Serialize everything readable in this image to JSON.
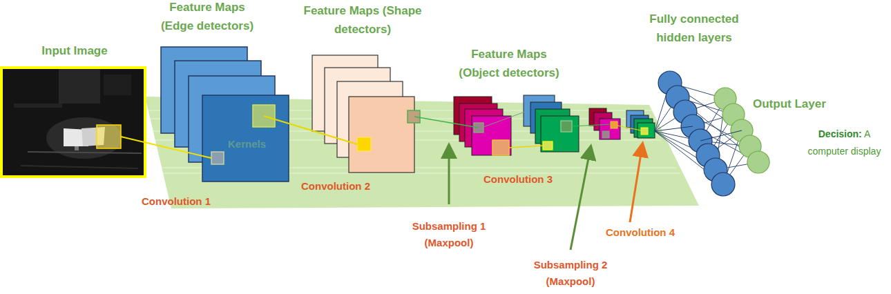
{
  "diagram": {
    "nodes": [
      {
        "text": [
          "Input Image"
        ]
      },
      {
        "text": [
          "Feature Maps (Edge detectors)",
          "Kernels"
        ]
      },
      {
        "text": [
          "Feature Maps (Shape detectors)"
        ]
      },
      {
        "text": [
          "Feature Maps (Object detectors)"
        ]
      },
      {
        "text": [
          "Fully connected hidden layers"
        ]
      },
      {
        "text": [
          "Output Layer"
        ]
      }
    ],
    "edges": [
      {
        "from": 0,
        "to": 1,
        "arrow": "none"
      },
      {
        "from": 1,
        "to": 2,
        "arrow": "none"
      },
      {
        "from": 2,
        "to": 3,
        "arrow": "none"
      },
      {
        "from": 3,
        "to": 4,
        "arrow": "none"
      },
      {
        "from": 4,
        "to": 5,
        "arrow": "none"
      }
    ],
    "labels": [
      "Convolution 1",
      "Convolution 2",
      "Convolution 3",
      "Subsampling 1 (Maxpool)",
      "Subsampling 2 (Maxpool)",
      "Convolution 4",
      "Decision:",
      "A computer display"
    ]
  }
}
